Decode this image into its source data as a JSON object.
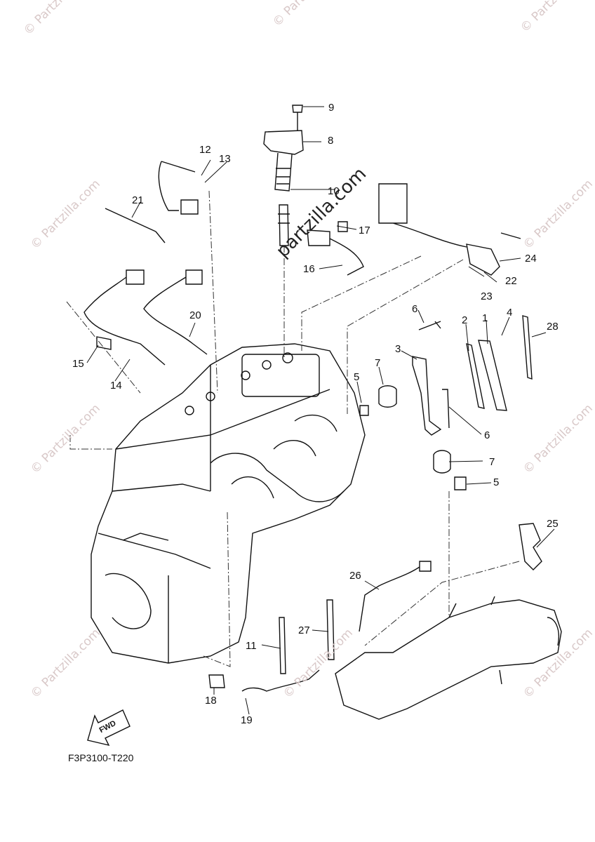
{
  "watermark": "© Partzilla.com",
  "center_watermark": "partzilla.com",
  "diagram_code": "F3P3100-T220",
  "fwd_label": "FWD",
  "icons": [
    "engine-block",
    "ignition-coil",
    "spark-plug",
    "sensor",
    "cable-tie",
    "fwd-arrow"
  ],
  "callouts": [
    "1",
    "2",
    "3",
    "4",
    "5",
    "5",
    "6",
    "6",
    "7",
    "7",
    "8",
    "9",
    "10",
    "11",
    "12",
    "13",
    "14",
    "15",
    "16",
    "17",
    "18",
    "19",
    "20",
    "21",
    "22",
    "23",
    "24",
    "25",
    "26",
    "27",
    "28"
  ]
}
